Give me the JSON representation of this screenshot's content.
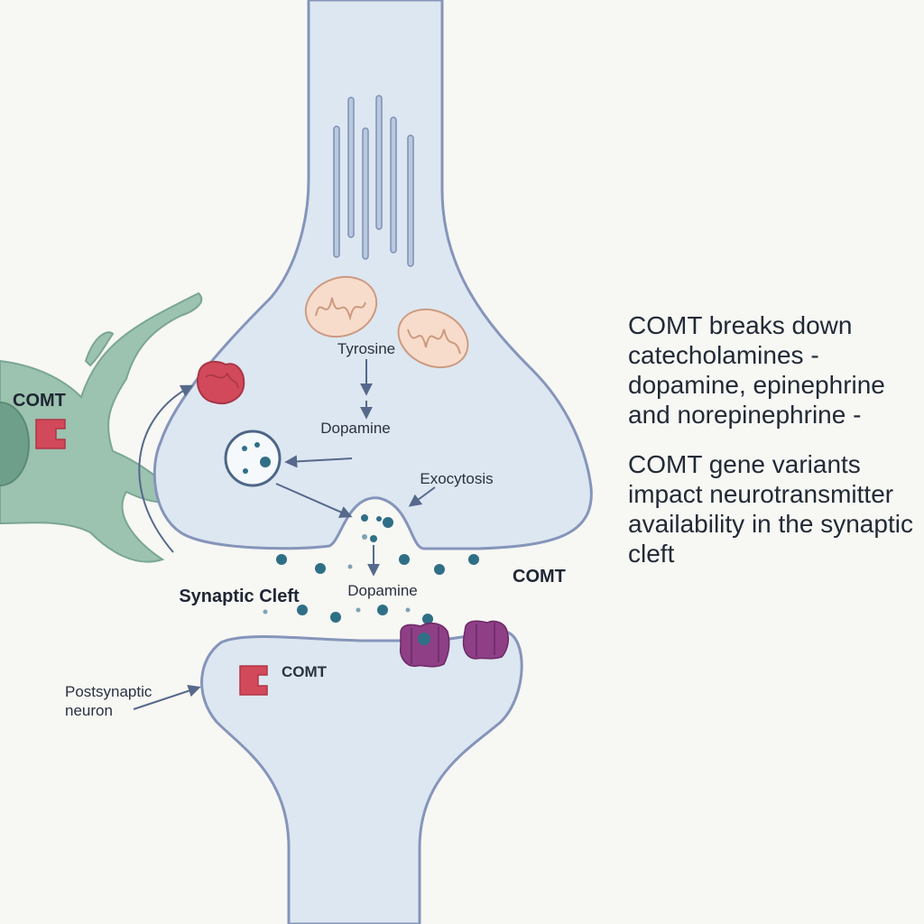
{
  "labels": {
    "tyrosine": "Tyrosine",
    "dopamine_synthesis": "Dopamine",
    "exocytosis": "Exocytosis",
    "synaptic_cleft": "Synaptic Cleft",
    "dopamine_cleft": "Dopamine",
    "comt_glia": "COMT",
    "comt_cleft": "COMT",
    "comt_post": "COMT",
    "postsynaptic_line1": "Postsynaptic",
    "postsynaptic_line2": "neuron"
  },
  "side_text": {
    "paragraph1": "COMT breaks down catecholamines - dopamine, epinephrine and norepinephrine -",
    "paragraph2": "COMT gene variants impact neurotransmitter availability in the synaptic cleft"
  },
  "colors": {
    "neuron_fill": "#dde7f1",
    "neuron_stroke": "#8595ba",
    "glia_fill": "#9cc2b0",
    "comt_red": "#d1495b",
    "mito_fill": "#f8dccb",
    "receptor": "#8e3f86",
    "dopamine_dot": "#2f6f86",
    "arrow": "#56698b"
  }
}
